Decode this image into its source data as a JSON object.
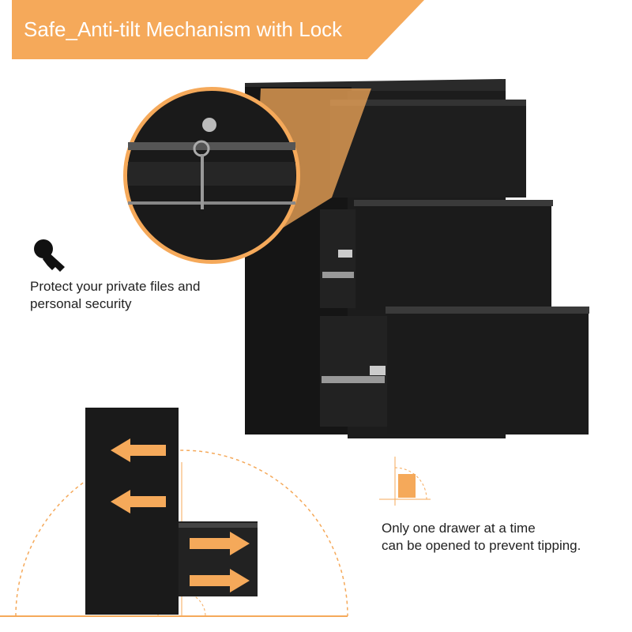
{
  "banner": {
    "title": "Safe_Anti-tilt Mechanism with Lock",
    "color": "#F5A95A"
  },
  "security": {
    "caption_line1": "Protect your private files and",
    "caption_line2": "personal security",
    "icon": "key-icon"
  },
  "anti_tilt": {
    "caption_line1": "Only one drawer at a time",
    "caption_line2": "can be opened to prevent tipping.",
    "icon": "angle-icon"
  },
  "colors": {
    "accent": "#F5A95A",
    "cabinet": "#1a1a1a"
  }
}
